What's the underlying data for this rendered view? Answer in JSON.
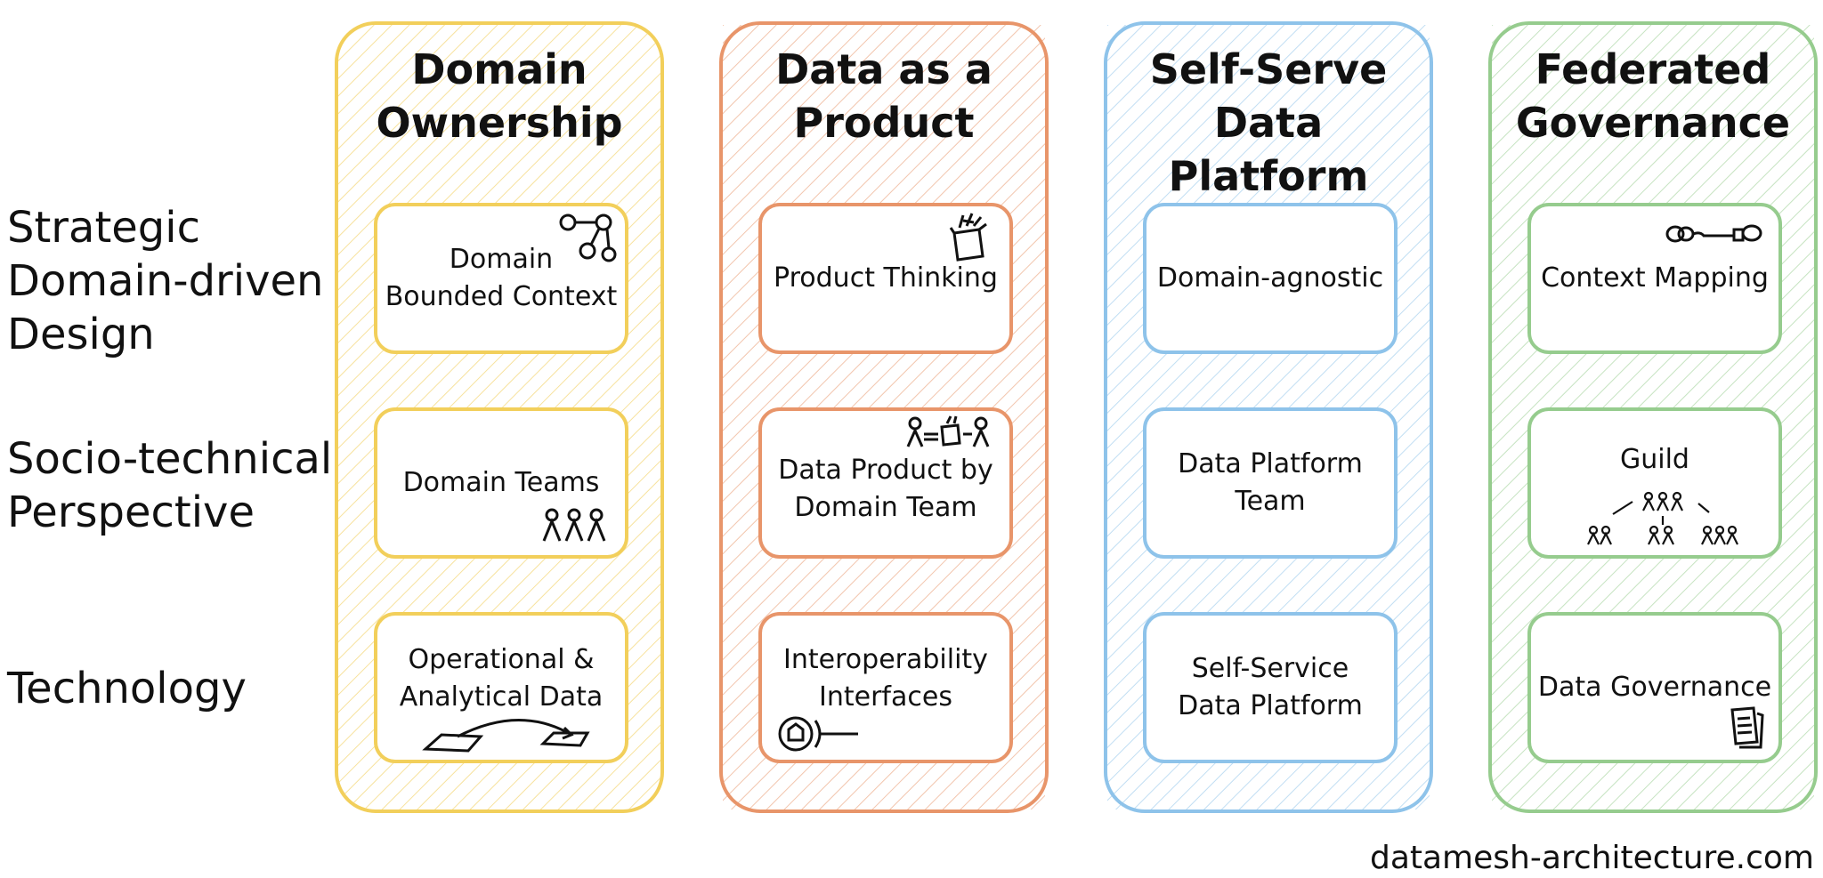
{
  "rows": [
    {
      "label": "Strategic\nDomain-driven\nDesign"
    },
    {
      "label": "Socio-technical\nPerspective"
    },
    {
      "label": "Technology"
    }
  ],
  "columns": [
    {
      "title": "Domain\nOwnership",
      "color": "#f2cf5b",
      "cards": [
        {
          "text": "Domain\nBounded Context",
          "icon": "bounded-context-icon"
        },
        {
          "text": "Domain Teams",
          "icon": "team-icon"
        },
        {
          "text": "Operational &\nAnalytical Data",
          "icon": "data-transfer-icon"
        }
      ]
    },
    {
      "title": "Data as a\nProduct",
      "color": "#e8956a",
      "cards": [
        {
          "text": "Product Thinking",
          "icon": "product-box-icon"
        },
        {
          "text": "Data Product by\nDomain Team",
          "icon": "team-product-icon"
        },
        {
          "text": "Interoperability\nInterfaces",
          "icon": "interface-port-icon"
        }
      ]
    },
    {
      "title": "Self-Serve\nData Platform",
      "color": "#8ec3ea",
      "cards": [
        {
          "text": "Domain-agnostic",
          "icon": ""
        },
        {
          "text": "Data Platform\nTeam",
          "icon": ""
        },
        {
          "text": "Self-Service\nData Platform",
          "icon": ""
        }
      ]
    },
    {
      "title": "Federated\nGovernance",
      "color": "#96cc8e",
      "cards": [
        {
          "text": "Context Mapping",
          "icon": "context-mapping-icon"
        },
        {
          "text": "Guild",
          "icon": "guild-icon"
        },
        {
          "text": "Data Governance",
          "icon": "document-icon"
        }
      ]
    }
  ],
  "footer": "datamesh-architecture.com"
}
